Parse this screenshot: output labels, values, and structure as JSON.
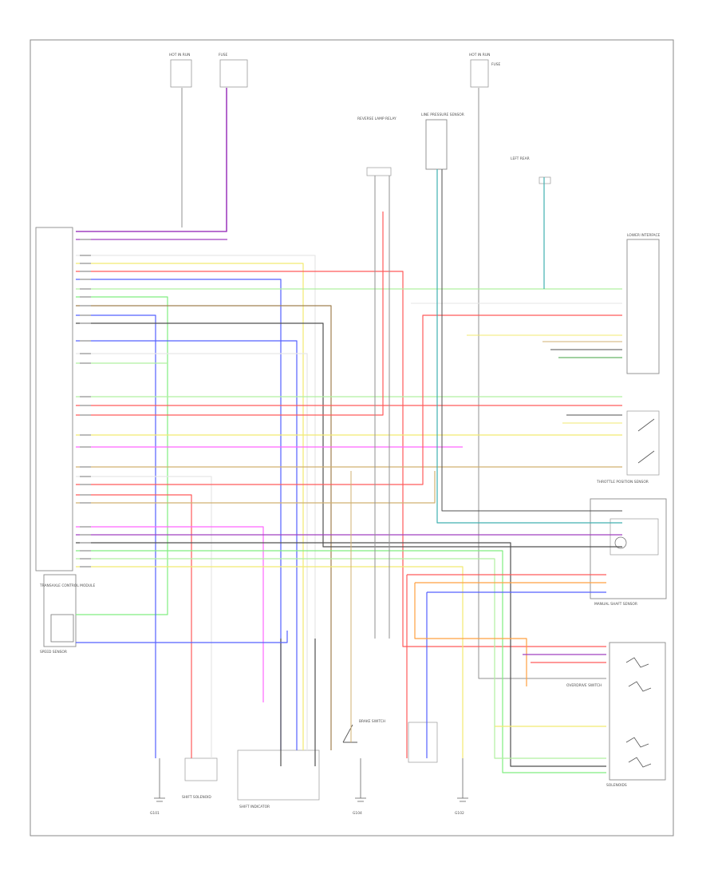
{
  "diagram": {
    "footer_code": "",
    "components": {
      "hot_in_run_left": "HOT IN RUN",
      "hot_in_run_right": "HOT IN RUN",
      "fuse_left": "FUSE",
      "fuse_right": "FUSE",
      "reverse_lamp_relay": "REVERSE LAMP RELAY",
      "line_pressure_sensor": "LINE PRESSURE SENSOR",
      "lower_interface": "LOWER INTERFACE",
      "throttle_position_sensor": "THROTTLE POSITION SENSOR",
      "ground_tcm": "G104",
      "speed_sensor": "SPEED SENSOR",
      "manual_shaft_sensor": "MANUAL SHAFT SENSOR",
      "transaxle_control_module": "TRANSAXLE CONTROL MODULE",
      "shift_solenoid": "SHIFT SOLENOID",
      "brake_switch": "BRAKE SWITCH",
      "ground_left": "G101",
      "ground_right": "G102",
      "overdrive_switch": "OVERDRIVE SWITCH",
      "shift_indicator": "SHIFT INDICATOR",
      "solenoids": "SOLENOIDS"
    }
  }
}
